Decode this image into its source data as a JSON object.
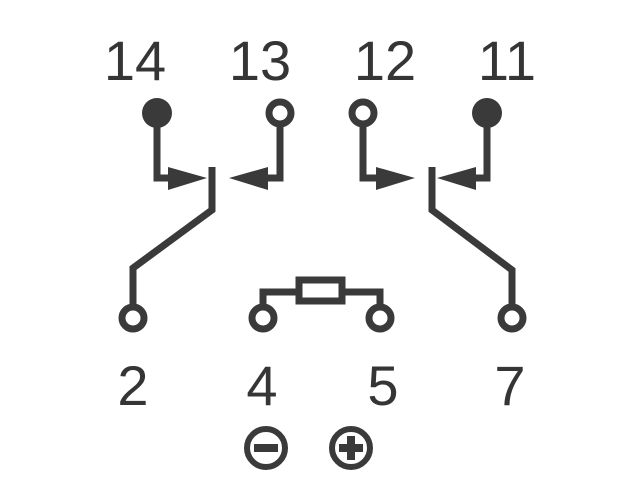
{
  "diagram": {
    "title": "Relay pin diagram",
    "top_pins": [
      "14",
      "13",
      "12",
      "11"
    ],
    "bottom_pins": [
      "2",
      "4",
      "5",
      "7"
    ],
    "polarity": {
      "minus": "minus-symbol",
      "plus": "plus-symbol"
    },
    "color": "#3a3a3a"
  }
}
